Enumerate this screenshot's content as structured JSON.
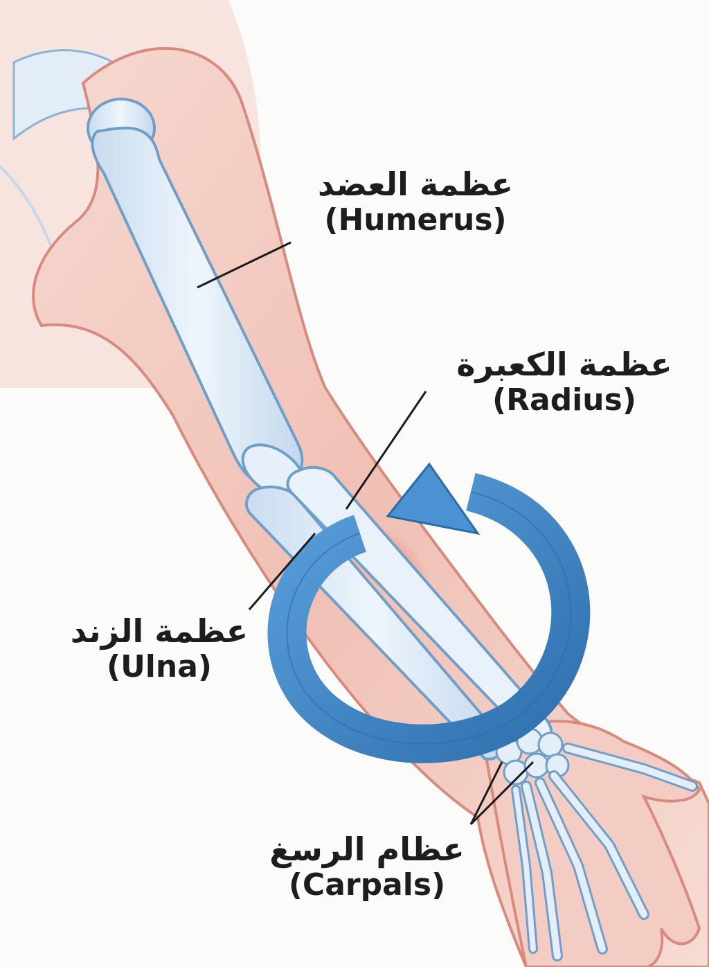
{
  "labels": {
    "humerus": {
      "ar": "عظمة العضد",
      "en": "(Humerus)"
    },
    "radius": {
      "ar": "عظمة الكعبرة",
      "en": "(Radius)"
    },
    "ulna": {
      "ar": "عظمة الزند",
      "en": "(Ulna)"
    },
    "carpals": {
      "ar": "عظام الرسغ",
      "en": "(Carpals)"
    }
  },
  "colors": {
    "skin": "#f2c6bc",
    "skin_outline": "#d98a7e",
    "bone": "#dbe9f6",
    "bone_outline": "#6f9fc9",
    "arrow": "#3f86c6",
    "arrow_dark": "#2c6aa6",
    "leader": "#1a1a1a"
  },
  "icons": {
    "rotation": "curved-rotation-arrow"
  }
}
